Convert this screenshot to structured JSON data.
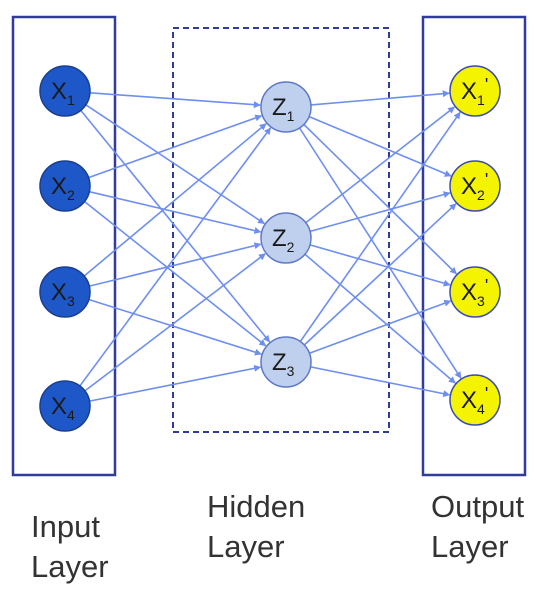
{
  "colors": {
    "line": "#2f3c9a",
    "edge": "#6e8ff0",
    "input_fill": "#1e57c8",
    "input_stroke": "#1a3f8f",
    "hidden_fill": "#bfd0ee",
    "hidden_stroke": "#5f79c9",
    "output_fill": "#f4f400",
    "output_stroke": "#3a4bb0"
  },
  "layers": {
    "input": {
      "caption": [
        "Input",
        "Layer"
      ],
      "nodes": [
        {
          "base": "X",
          "sub": "1",
          "prime": ""
        },
        {
          "base": "X",
          "sub": "2",
          "prime": ""
        },
        {
          "base": "X",
          "sub": "3",
          "prime": ""
        },
        {
          "base": "X",
          "sub": "4",
          "prime": ""
        }
      ]
    },
    "hidden": {
      "caption": [
        "Hidden",
        "Layer"
      ],
      "nodes": [
        {
          "base": "Z",
          "sub": "1",
          "prime": ""
        },
        {
          "base": "Z",
          "sub": "2",
          "prime": ""
        },
        {
          "base": "Z",
          "sub": "3",
          "prime": ""
        }
      ]
    },
    "output": {
      "caption": [
        "Output",
        "Layer"
      ],
      "nodes": [
        {
          "base": "X",
          "sub": "1",
          "prime": "'"
        },
        {
          "base": "X",
          "sub": "2",
          "prime": "'"
        },
        {
          "base": "X",
          "sub": "3",
          "prime": "'"
        },
        {
          "base": "X",
          "sub": "4",
          "prime": "'"
        }
      ]
    }
  }
}
